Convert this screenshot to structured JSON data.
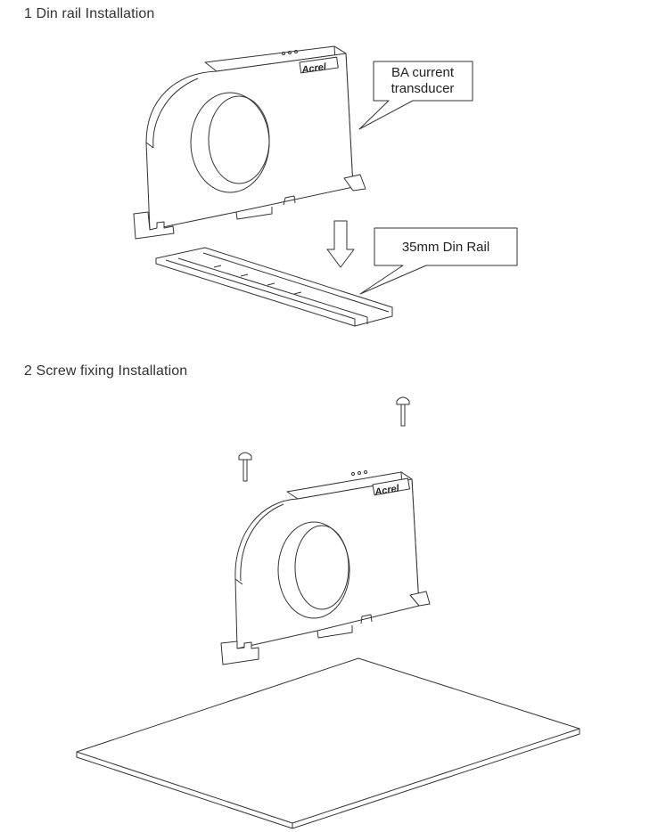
{
  "sections": [
    {
      "title": "1 Din rail Installation"
    },
    {
      "title": "2 Screw fixing Installation"
    }
  ],
  "callouts": {
    "transducer_line1": "BA current",
    "transducer_line2": "transducer",
    "din_rail": "35mm Din Rail"
  },
  "brand_logo": "Acrel",
  "icons": [
    "down-arrow-icon",
    "screw-icon"
  ]
}
